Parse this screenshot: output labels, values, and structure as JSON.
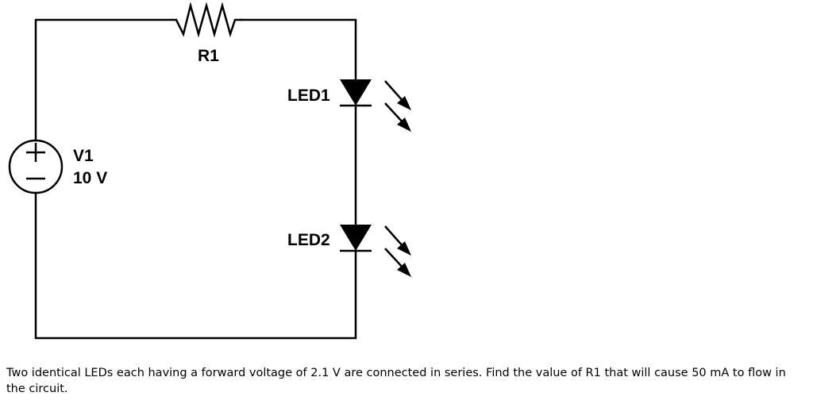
{
  "components": {
    "resistor": {
      "label": "R1"
    },
    "source": {
      "label": "V1",
      "value": "10 V"
    },
    "led1": {
      "label": "LED1"
    },
    "led2": {
      "label": "LED2"
    }
  },
  "question": {
    "text": "Two identical LEDs each having a forward voltage of 2.1 V are connected in series.  Find the value of R1 that will cause 50 mA to flow in the circuit."
  }
}
